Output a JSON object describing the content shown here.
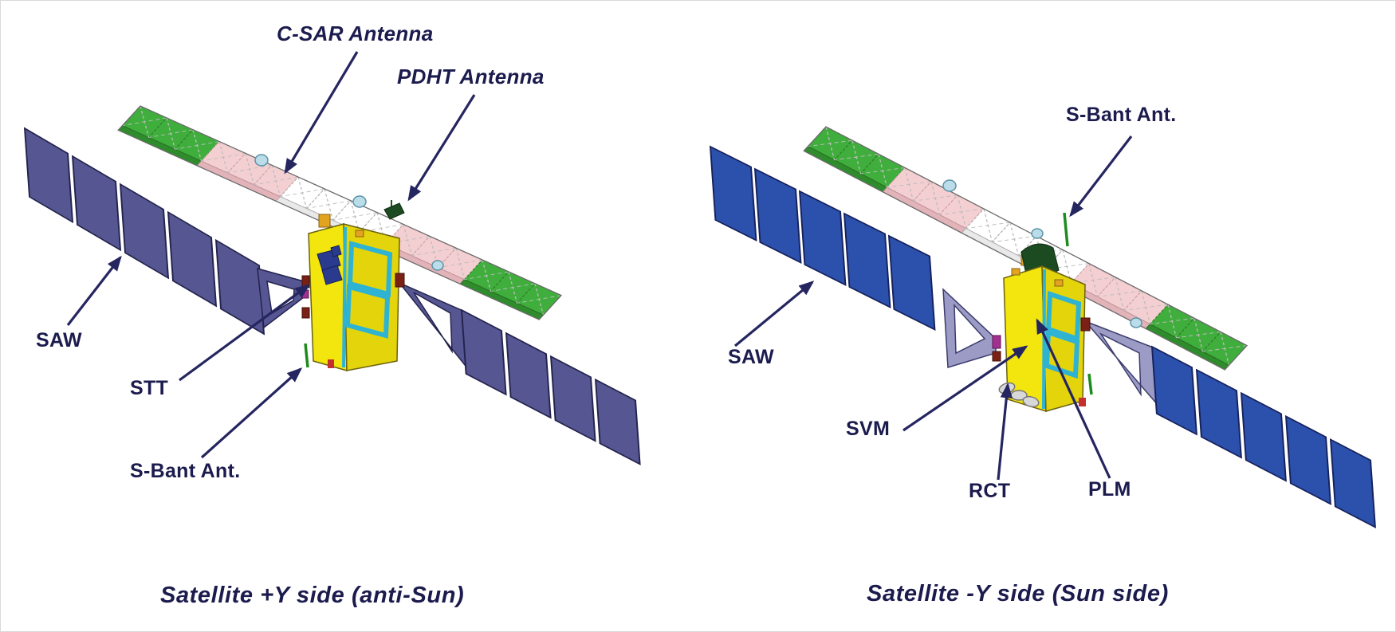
{
  "figure": {
    "description": "Two annotated 3D views of a SAR satellite",
    "background": "#ffffff"
  },
  "diagrams": [
    {
      "side": "left",
      "caption": "Satellite +Y side (anti-Sun)",
      "labels": {
        "csar": "C-SAR Antenna",
        "pdht": "PDHT Antenna",
        "saw": "SAW",
        "stt": "STT",
        "sbant": "S-Bant Ant."
      }
    },
    {
      "side": "right",
      "caption": "Satellite -Y side (Sun side)",
      "labels": {
        "sbant": "S-Bant Ant.",
        "saw": "SAW",
        "svm": "SVM",
        "rct": "RCT",
        "plm": "PLM"
      }
    }
  ],
  "colors": {
    "label_text": "#1B1B4E",
    "arrow": "#252560",
    "solar_panel_left_view": "#565692",
    "solar_panel_right_view": "#2B51AC",
    "antenna_pink": "#F4CFD2",
    "antenna_green": "#3FAE3C",
    "antenna_white": "#FFFFFF",
    "body_yellow": "#F2E60E",
    "frame_cyan": "#2FB3D2",
    "strut_lavender": "#9B9BC6",
    "bracket_dark_red": "#7A2015"
  }
}
